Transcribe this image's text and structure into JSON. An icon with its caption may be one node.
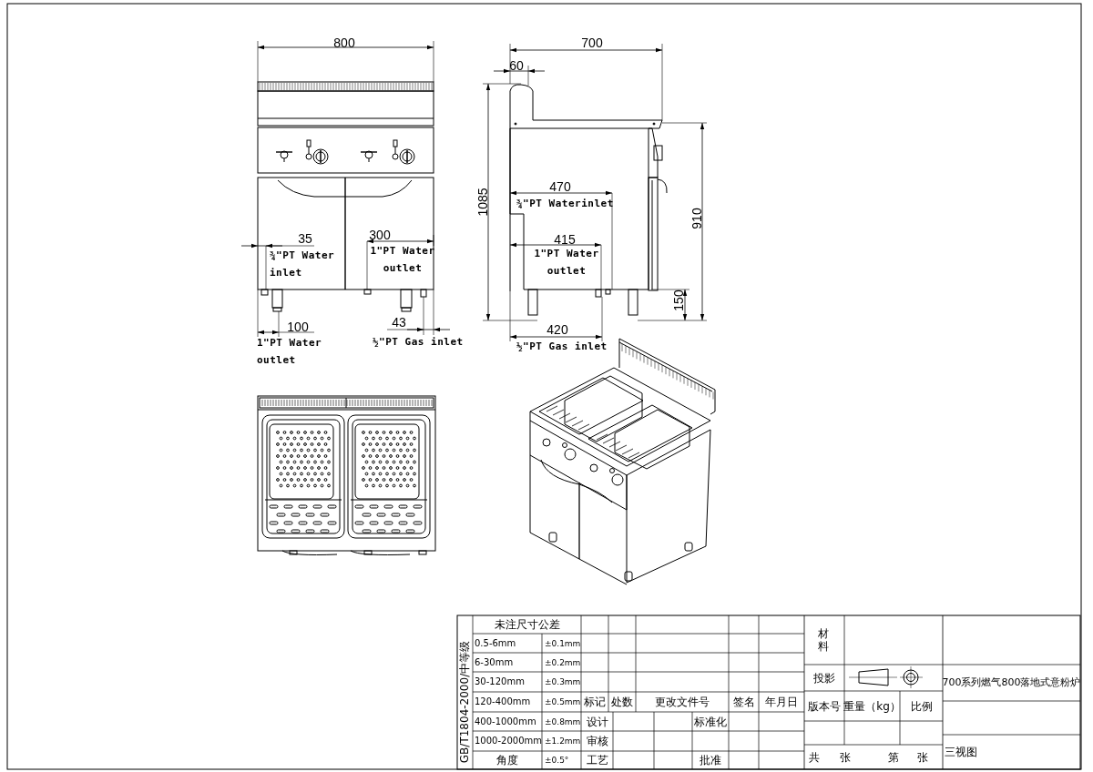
{
  "diagram": {
    "labels": [
      "800",
      "700",
      "60",
      "1085",
      "470",
      "¾\"PT Waterinlet",
      "910",
      "35",
      "¾\"PT Water inlet",
      "300",
      "1\"PT Water outlet",
      "415",
      "1\"PT Water outlet",
      "150",
      "100",
      "1\"PT Water outlet",
      "43",
      "½\"PT Gas inlet",
      "420",
      "½\"PT Gas inlet",
      "未注尺寸公差",
      "材料",
      "GB/T1804-2000/中等级",
      "0.5-6mm",
      "±0.1mm",
      "6-30mm",
      "±0.2mm",
      "30-120mm",
      "±0.3mm",
      "投影",
      "700系列燃气800落地式意粉炉",
      "120-400mm",
      "±0.5mm",
      "标记",
      "处数",
      "更改文件号",
      "签名",
      "年月日",
      "版本号",
      "重量（kg）",
      "比例",
      "400-1000mm",
      "±0.8mm",
      "设计",
      "标准化",
      "1000-2000mm",
      "±1.2mm",
      "审核",
      "角度",
      "±0.5°",
      "工艺",
      "批准",
      "共",
      "张",
      "第",
      "张",
      "三视图"
    ]
  }
}
